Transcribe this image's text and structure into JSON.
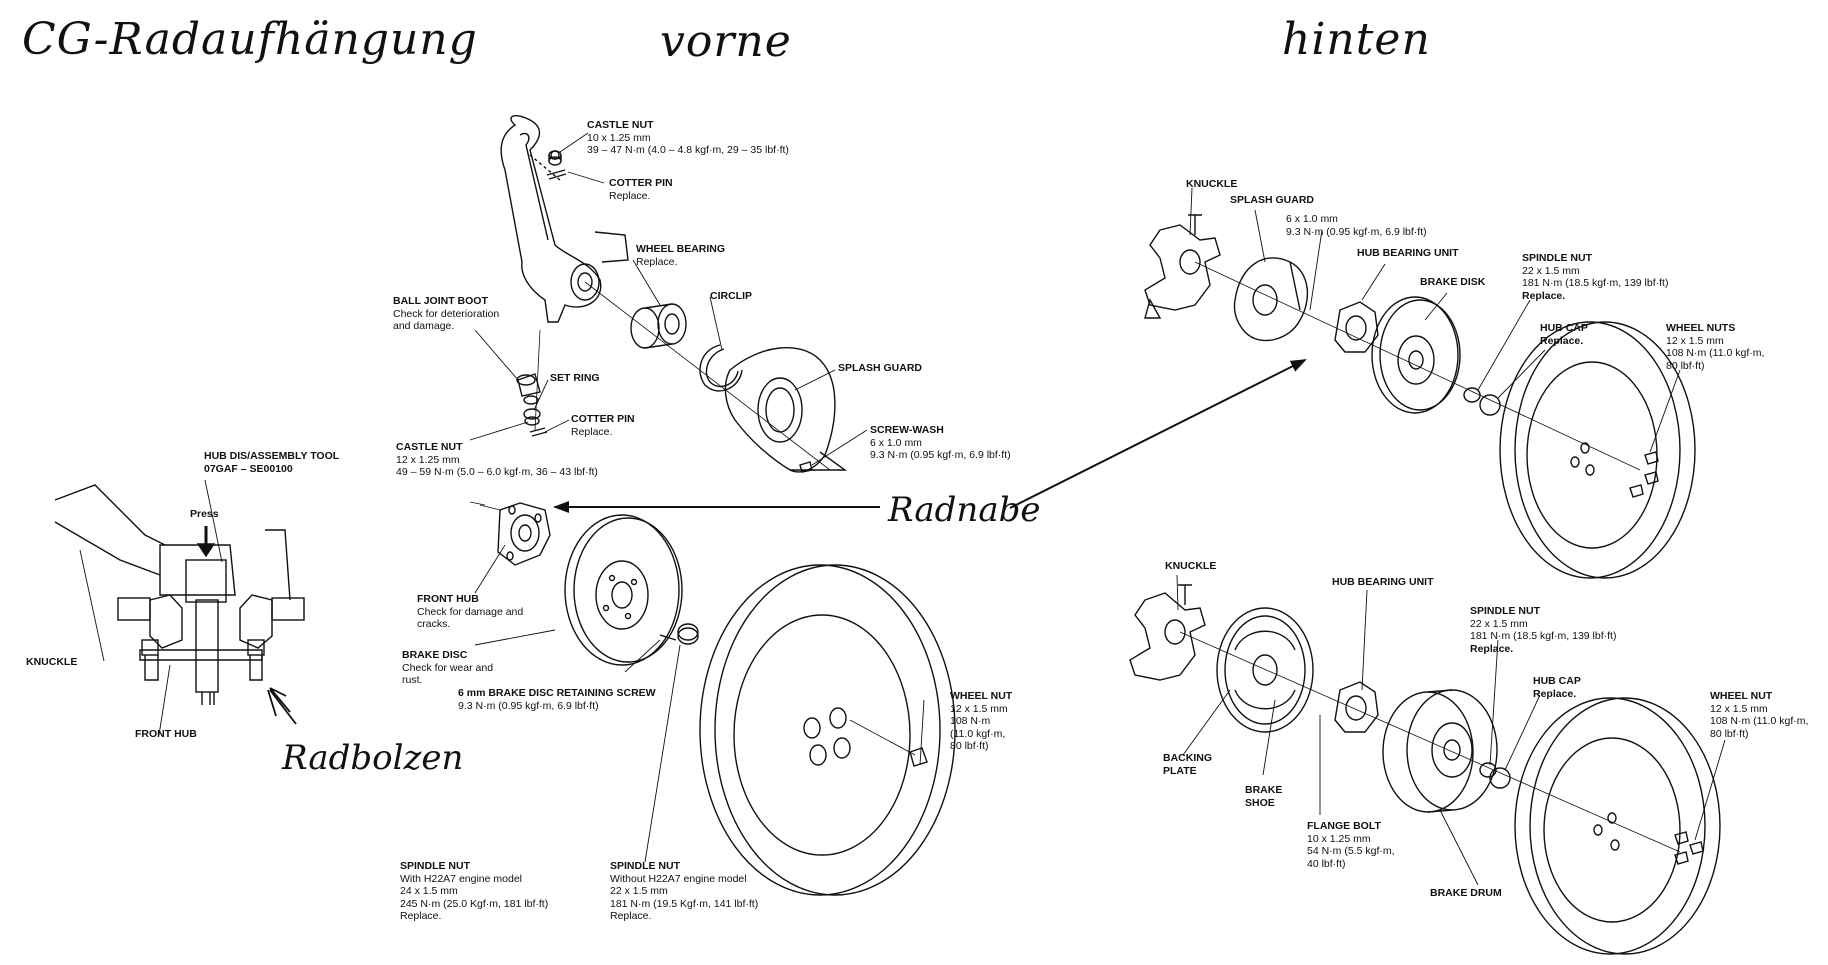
{
  "handwritten": {
    "title": "CG-Radaufhängung",
    "front": "vorne",
    "rear": "hinten",
    "hub_note": "Radnabe",
    "bolt_note": "Radbolzen"
  },
  "front": {
    "castle_nut_top": {
      "title": "CASTLE NUT",
      "lines": [
        "10 x 1.25 mm",
        "39 – 47 N·m (4.0 – 4.8 kgf·m, 29 – 35 lbf·ft)"
      ]
    },
    "cotter_pin_top": {
      "title": "COTTER PIN",
      "lines": [
        "Replace."
      ]
    },
    "wheel_bearing": {
      "title": "WHEEL BEARING",
      "lines": [
        "Replace."
      ]
    },
    "circlip": {
      "title": "CIRCLIP",
      "lines": []
    },
    "ball_joint_boot": {
      "title": "BALL JOINT BOOT",
      "lines": [
        "Check for deterioration",
        "and damage."
      ]
    },
    "set_ring": {
      "title": "SET RING",
      "lines": []
    },
    "cotter_pin_bottom": {
      "title": "COTTER PIN",
      "lines": [
        "Replace."
      ]
    },
    "splash_guard": {
      "title": "SPLASH GUARD",
      "lines": []
    },
    "castle_nut_bottom": {
      "title": "CASTLE NUT",
      "lines": [
        "12 x 1.25 mm",
        "49 – 59 N·m (5.0 – 6.0 kgf·m, 36 – 43 lbf·ft)"
      ]
    },
    "screw_wash": {
      "title": "SCREW-WASH",
      "lines": [
        "6 x 1.0 mm",
        "9.3 N·m (0.95 kgf·m, 6.9 lbf·ft)"
      ]
    },
    "front_hub": {
      "title": "FRONT HUB",
      "lines": [
        "Check for damage and",
        "cracks."
      ]
    },
    "brake_disc": {
      "title": "BRAKE DISC",
      "lines": [
        "Check for wear and",
        "rust."
      ]
    },
    "retaining_screw": {
      "title": "6 mm BRAKE DISC RETAINING SCREW",
      "lines": [
        "9.3 N·m (0.95 kgf·m, 6.9 lbf·ft)"
      ]
    },
    "wheel_nut": {
      "title": "WHEEL NUT",
      "lines": [
        "12 x 1.5 mm",
        "108 N·m",
        "(11.0 kgf·m,",
        "80 lbf·ft)"
      ]
    },
    "spindle_nut_a": {
      "title": "SPINDLE NUT",
      "lines": [
        "With H22A7 engine model",
        "24 x 1.5 mm",
        "245 N·m (25.0 Kgf·m, 181 lbf·ft)",
        "Replace."
      ]
    },
    "spindle_nut_b": {
      "title": "SPINDLE NUT",
      "lines": [
        "Without H22A7 engine model",
        "22 x 1.5 mm",
        "181 N·m (19.5 Kgf·m, 141 lbf·ft)",
        "Replace."
      ]
    }
  },
  "tool": {
    "hub_tool": {
      "title": "HUB DIS/ASSEMBLY TOOL",
      "lines": [
        "07GAF – SE00100"
      ]
    },
    "press": "Press",
    "knuckle": "KNUCKLE",
    "front_hub": "FRONT HUB"
  },
  "rear_disc": {
    "knuckle": "KNUCKLE",
    "splash_guard": {
      "title": "SPLASH GUARD",
      "lines": [
        "6 x 1.0 mm",
        "9.3 N·m (0.95 kgf·m, 6.9 lbf·ft)"
      ]
    },
    "hub_bearing_unit": "HUB BEARING UNIT",
    "brake_disk": "BRAKE DISK",
    "spindle_nut": {
      "title": "SPINDLE NUT",
      "lines": [
        "22 x 1.5 mm",
        "181 N·m (18.5 kgf·m, 139 lbf·ft)",
        "Replace."
      ]
    },
    "hub_cap": {
      "title": "HUB CAP",
      "lines": [
        "Replace."
      ]
    },
    "wheel_nuts": {
      "title": "WHEEL NUTS",
      "lines": [
        "12 x 1.5 mm",
        "108 N·m (11.0 kgf·m,",
        "80 lbf·ft)"
      ]
    }
  },
  "rear_drum": {
    "knuckle": "KNUCKLE",
    "hub_bearing_unit": "HUB BEARING UNIT",
    "spindle_nut": {
      "title": "SPINDLE NUT",
      "lines": [
        "22 x 1.5 mm",
        "181 N·m (18.5 kgf·m, 139 lbf·ft)",
        "Replace."
      ]
    },
    "hub_cap": {
      "title": "HUB CAP",
      "lines": [
        "Replace."
      ]
    },
    "wheel_nut": {
      "title": "WHEEL NUT",
      "lines": [
        "12 x 1.5 mm",
        "108 N·m (11.0 kgf·m,",
        "80 lbf·ft)"
      ]
    },
    "backing_plate": {
      "title": "BACKING",
      "lines": [
        "PLATE"
      ]
    },
    "brake_shoe": {
      "title": "BRAKE",
      "lines": [
        "SHOE"
      ]
    },
    "flange_bolt": {
      "title": "FLANGE BOLT",
      "lines": [
        "10 x 1.25 mm",
        "54 N·m (5.5 kgf·m,",
        "40 lbf·ft)"
      ]
    },
    "brake_drum": "BRAKE DRUM"
  }
}
